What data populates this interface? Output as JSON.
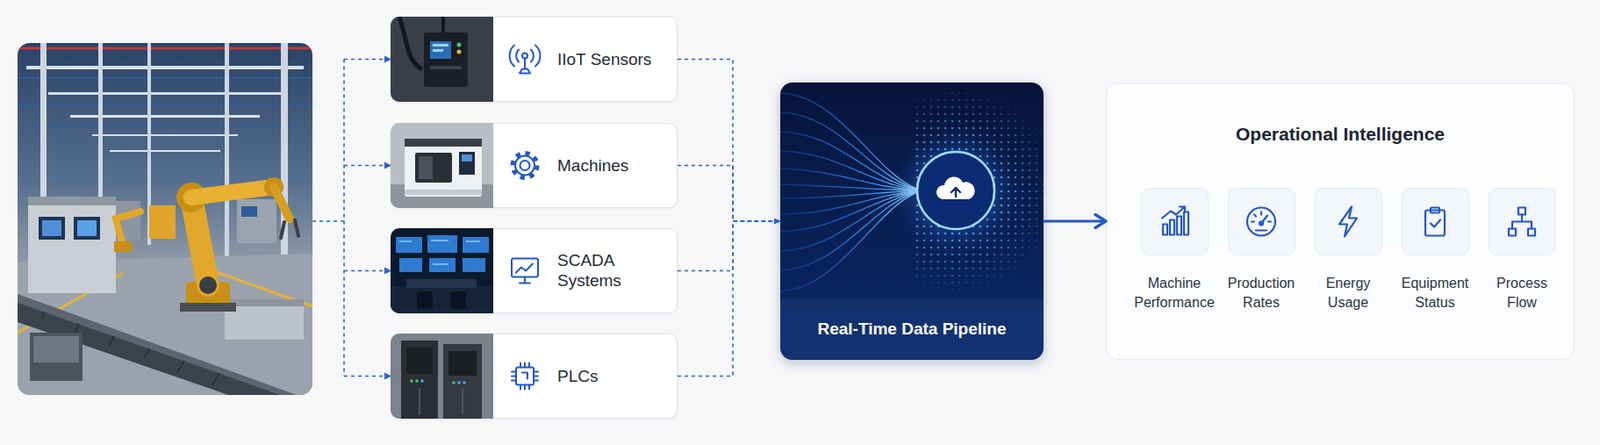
{
  "diagram": {
    "nodes": [
      {
        "text": [
          "IIoT Sensors"
        ]
      },
      {
        "text": [
          "Machines"
        ]
      },
      {
        "text": [
          "SCADA Systems"
        ]
      },
      {
        "text": [
          "PLCs"
        ]
      },
      {
        "text": [
          "Real-Time Data Pipeline"
        ]
      },
      {
        "text": [
          "Operational Intelligence"
        ]
      },
      {
        "text": [
          "Machine Performance"
        ],
        "in": 5
      },
      {
        "text": [
          "Production Rates"
        ],
        "in": 5
      },
      {
        "text": [
          "Energy Usage"
        ],
        "in": 5
      },
      {
        "text": [
          "Equipment Status"
        ],
        "in": 5
      },
      {
        "text": [
          "Process Flow"
        ],
        "in": 5
      }
    ],
    "edges": [
      {
        "from": 0,
        "to": 4,
        "arrow": "to"
      },
      {
        "from": 1,
        "to": 4,
        "arrow": "to"
      },
      {
        "from": 2,
        "to": 4,
        "arrow": "to"
      },
      {
        "from": 3,
        "to": 4,
        "arrow": "to"
      },
      {
        "from": 4,
        "to": 5,
        "arrow": "to"
      }
    ]
  }
}
